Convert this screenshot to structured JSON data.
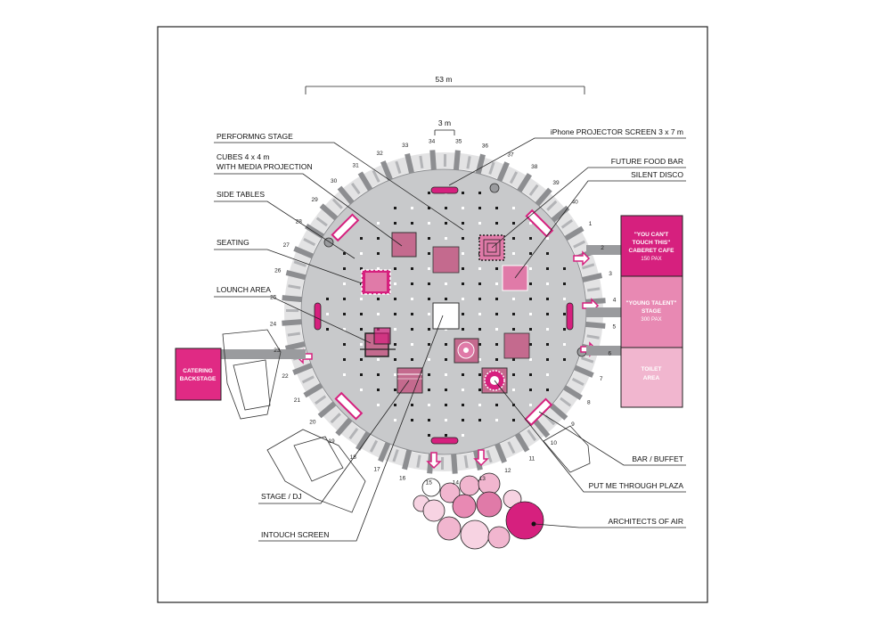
{
  "dimensions": {
    "overall": "53 m",
    "screen_width": "3 m"
  },
  "labels": {
    "performing_stage": "PERFORMNG STAGE",
    "cubes_line1": "CUBES 4 x 4 m",
    "cubes_line2": "WITH MEDIA PROJECTION",
    "side_tables": "SIDE TABLES",
    "seating": "SEATING",
    "lounch_area": "LOUNCH AREA",
    "stage_dj": "STAGE / DJ",
    "intouch_screen": "INTOUCH SCREEN",
    "iphone_projector": "iPhone PROJECTOR SCREEN 3 x 7 m",
    "future_food_bar": "FUTURE FOOD BAR",
    "silent_disco": "SILENT DISCO",
    "bar_buffet": "BAR / BUFFET",
    "put_me_through": "PUT ME THROUGH PLAZA",
    "architects_of_air": "ARCHITECTS OF AIR"
  },
  "rooms": {
    "cabaret_line1": "\"YOU CAN'T",
    "cabaret_line2": "TOUCH THIS\"",
    "cabaret_line3": "CABERET CAFE",
    "cabaret_pax": "150 PAX",
    "young_line1": "\"YOUNG TALENT\"",
    "young_line2": "STAGE",
    "young_pax": "300 PAX",
    "toilet_line1": "TOILET",
    "toilet_line2": "AREA",
    "catering_line1": "CATERING",
    "catering_line2": "BACKSTAGE"
  },
  "segment_numbers": [
    "1",
    "2",
    "3",
    "4",
    "5",
    "6",
    "7",
    "8",
    "9",
    "10",
    "11",
    "12",
    "13",
    "14",
    "15",
    "16",
    "17",
    "18",
    "19",
    "20",
    "21",
    "22",
    "23",
    "24",
    "25",
    "26",
    "27",
    "28",
    "29",
    "30",
    "31",
    "32",
    "33",
    "34",
    "35",
    "36",
    "37",
    "38",
    "39",
    "40"
  ],
  "colors": {
    "floor": "#c8c9cb",
    "frame_grey": "#9a9b9e",
    "magenta": "#d6207e",
    "pink_mid": "#e07aa8",
    "pink_light": "#f1b6cf",
    "pink_pale": "#f7d3e2",
    "cube_mauve": "#c46a8e"
  }
}
